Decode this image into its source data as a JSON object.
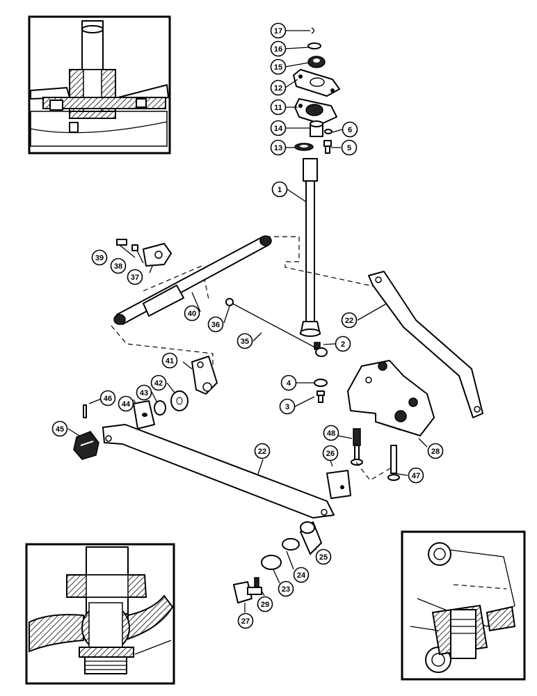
{
  "callouts": [
    {
      "id": "c17",
      "label": "17"
    },
    {
      "id": "c16",
      "label": "16"
    },
    {
      "id": "c15",
      "label": "15"
    },
    {
      "id": "c12",
      "label": "12"
    },
    {
      "id": "c11",
      "label": "11"
    },
    {
      "id": "c14",
      "label": "14"
    },
    {
      "id": "c6",
      "label": "6"
    },
    {
      "id": "c13",
      "label": "13"
    },
    {
      "id": "c5",
      "label": "5"
    },
    {
      "id": "c1",
      "label": "1"
    },
    {
      "id": "c39",
      "label": "39"
    },
    {
      "id": "c38",
      "label": "38"
    },
    {
      "id": "c37",
      "label": "37"
    },
    {
      "id": "c40",
      "label": "40"
    },
    {
      "id": "c36",
      "label": "36"
    },
    {
      "id": "c35",
      "label": "35"
    },
    {
      "id": "c22a",
      "label": "22"
    },
    {
      "id": "c2",
      "label": "2"
    },
    {
      "id": "c41",
      "label": "41"
    },
    {
      "id": "c42",
      "label": "42"
    },
    {
      "id": "c43",
      "label": "43"
    },
    {
      "id": "c44",
      "label": "44"
    },
    {
      "id": "c46",
      "label": "46"
    },
    {
      "id": "c45",
      "label": "45"
    },
    {
      "id": "c4",
      "label": "4"
    },
    {
      "id": "c3",
      "label": "3"
    },
    {
      "id": "c48",
      "label": "48"
    },
    {
      "id": "c26",
      "label": "26"
    },
    {
      "id": "c28",
      "label": "28"
    },
    {
      "id": "c22b",
      "label": "22"
    },
    {
      "id": "c47",
      "label": "47"
    },
    {
      "id": "c25",
      "label": "25"
    },
    {
      "id": "c24",
      "label": "24"
    },
    {
      "id": "c23",
      "label": "23"
    },
    {
      "id": "c29",
      "label": "29"
    },
    {
      "id": "c27",
      "label": "27"
    }
  ],
  "insets": [
    "upper-left-section-view",
    "lower-left-section-view",
    "lower-right-section-view"
  ]
}
